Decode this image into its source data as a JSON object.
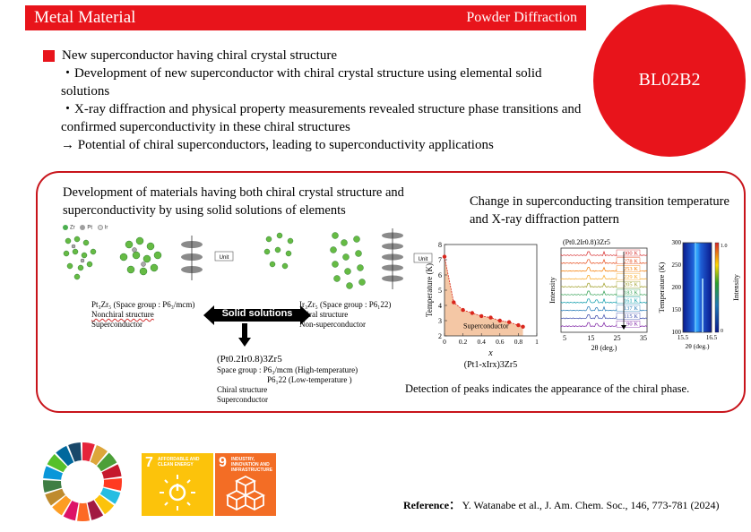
{
  "header": {
    "category": "Metal Material",
    "method": "Powder Diffraction"
  },
  "beamline": "BL02B2",
  "summary": {
    "title": "New superconductor having chiral crystal structure",
    "points": [
      "・Development of new superconductor with chiral crystal structure using elemental solid solutions",
      "・X-ray diffraction and physical property measurements revealed structure phase transitions and confirmed superconductivity in these chiral structures",
      "→ Potential of chiral superconductors, leading to superconductivity applications"
    ]
  },
  "detail": {
    "left_title": "Development of materials having both chiral crystal structure and superconductivity by using solid solutions of elements",
    "right_title": "Change in superconducting transition temperature and X-ray diffraction pattern",
    "legend": {
      "zr": "Zr",
      "pt": "Pt",
      "ir": "Ir"
    },
    "compound_left": {
      "name": "Pt₃Zr₅ (Space group : P6₃/mcm)",
      "structure": "Nonchiral structure",
      "property": "Superconductor"
    },
    "compound_right": {
      "name": "Ir₃Zr₅ (Space group : P6₁22)",
      "structure": "chiral structure",
      "property": "Non-superconductor"
    },
    "solid_solutions_label": "Solid solutions",
    "compound_mid": {
      "name": "(Pt0.2Ir0.8)3Zr5",
      "space_group_high": "Space group : P6₃/mcm (High-temperature)",
      "space_group_low": "P6₁22 (Low-temperature )",
      "structure": "Chiral structure",
      "property": "Superconductor"
    },
    "unit_label": "Unit",
    "detection": "Detection of peaks indicates the appearance of the chiral phase."
  },
  "chart_data": [
    {
      "type": "scatter",
      "title": "",
      "xlabel": "x",
      "xlabel_formula": "(Pt1-xIrx)3Zr5",
      "ylabel": "Temperature (K)",
      "annotation": "Superconductor",
      "xlim": [
        0,
        1
      ],
      "ylim": [
        2,
        8
      ],
      "xticks": [
        "0",
        "0.2",
        "0.4",
        "0.6",
        "0.8",
        "1"
      ],
      "yticks": [
        "2",
        "3",
        "4",
        "5",
        "6",
        "7",
        "8"
      ],
      "x": [
        0.0,
        0.1,
        0.2,
        0.3,
        0.4,
        0.5,
        0.6,
        0.7,
        0.8,
        0.85
      ],
      "y": [
        7.2,
        4.2,
        3.7,
        3.5,
        3.3,
        3.2,
        3.0,
        2.9,
        2.7,
        2.6
      ],
      "colors": {
        "point": "#d9261c",
        "fill": "#f4c7a5"
      }
    },
    {
      "type": "line",
      "title": "(Pt0.2Ir0.8)3Zr5",
      "xlabel": "2θ (deg.)",
      "ylabel": "Intensity",
      "xticks": [
        "5",
        "15",
        "25",
        "35"
      ],
      "series": [
        {
          "name": "300 K",
          "color": "#d62728"
        },
        {
          "name": "278 K",
          "color": "#e64a19"
        },
        {
          "name": "253 K",
          "color": "#f57c00"
        },
        {
          "name": "229 K",
          "color": "#f9a825"
        },
        {
          "name": "205 K",
          "color": "#9e9d24"
        },
        {
          "name": "183 K",
          "color": "#2e9e4f"
        },
        {
          "name": "161 K",
          "color": "#0097a7"
        },
        {
          "name": "137 K",
          "color": "#1f77b4"
        },
        {
          "name": "115 K",
          "color": "#3949ab"
        },
        {
          "name": "90 K",
          "color": "#7b1fa2"
        }
      ]
    },
    {
      "type": "heatmap",
      "xlabel": "2θ (deg.)",
      "ylabel": "Temperature (K)",
      "colorbar_label": "Intensity",
      "xticks": [
        "15.5",
        "16.5"
      ],
      "yticks": [
        "100",
        "150",
        "200",
        "250",
        "300"
      ],
      "colorbar_ticks": [
        "0",
        "1.0"
      ]
    }
  ],
  "reference": {
    "label": "Reference",
    "text": "Y. Watanabe et al., J. Am. Chem. Soc., 146, 773-781 (2024)"
  },
  "sdgs": [
    {
      "number": "7",
      "title": "AFFORDABLE AND CLEAN ENERGY",
      "color": "#fcc30b"
    },
    {
      "number": "9",
      "title": "INDUSTRY, INNOVATION AND INFRASTRUCTURE",
      "color": "#f36d25"
    }
  ]
}
